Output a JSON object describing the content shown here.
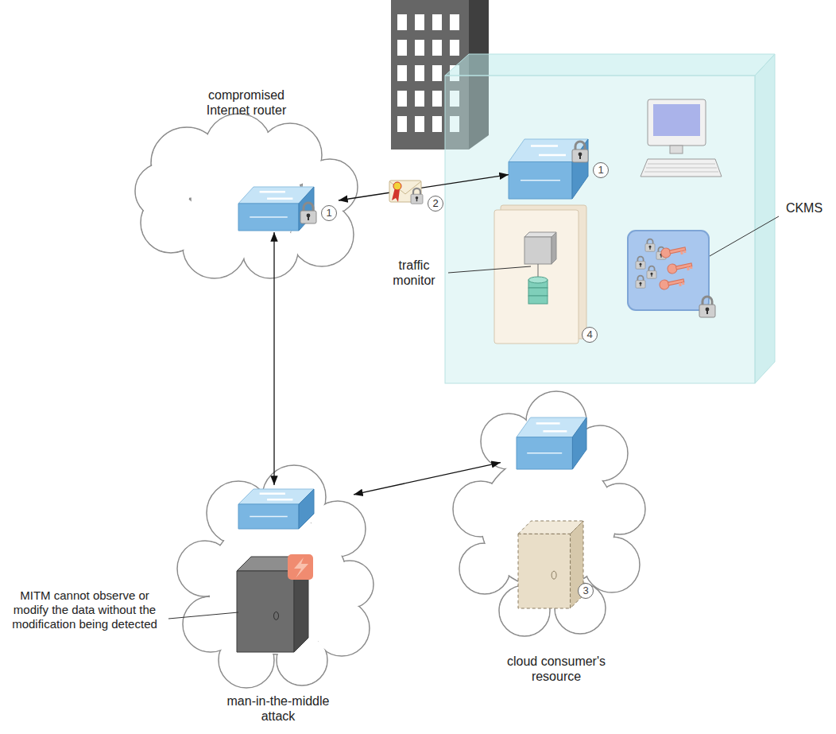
{
  "diagram": {
    "nodes": [
      {
        "text": [
          "compromised Internet router"
        ]
      },
      {
        "text": [
          "1"
        ],
        "in": 0
      },
      {
        "text": [
          "1"
        ]
      },
      {
        "text": [
          "4"
        ]
      },
      {
        "text": [
          "man-in-the-middle attack"
        ]
      },
      {
        "text": [
          "cloud consumer's resource"
        ]
      },
      {
        "text": [
          "3"
        ],
        "in": 5
      }
    ],
    "edges": [
      {
        "from": 1,
        "to": 2,
        "arrow": "both"
      },
      {
        "from": 1,
        "to": 4,
        "arrow": "both"
      },
      {
        "from": 4,
        "to": 5,
        "arrow": "both"
      }
    ],
    "labels": [
      "2",
      "traffic monitor",
      "CKMS",
      "MITM cannot observe or modify the data without the modification being detected"
    ]
  }
}
